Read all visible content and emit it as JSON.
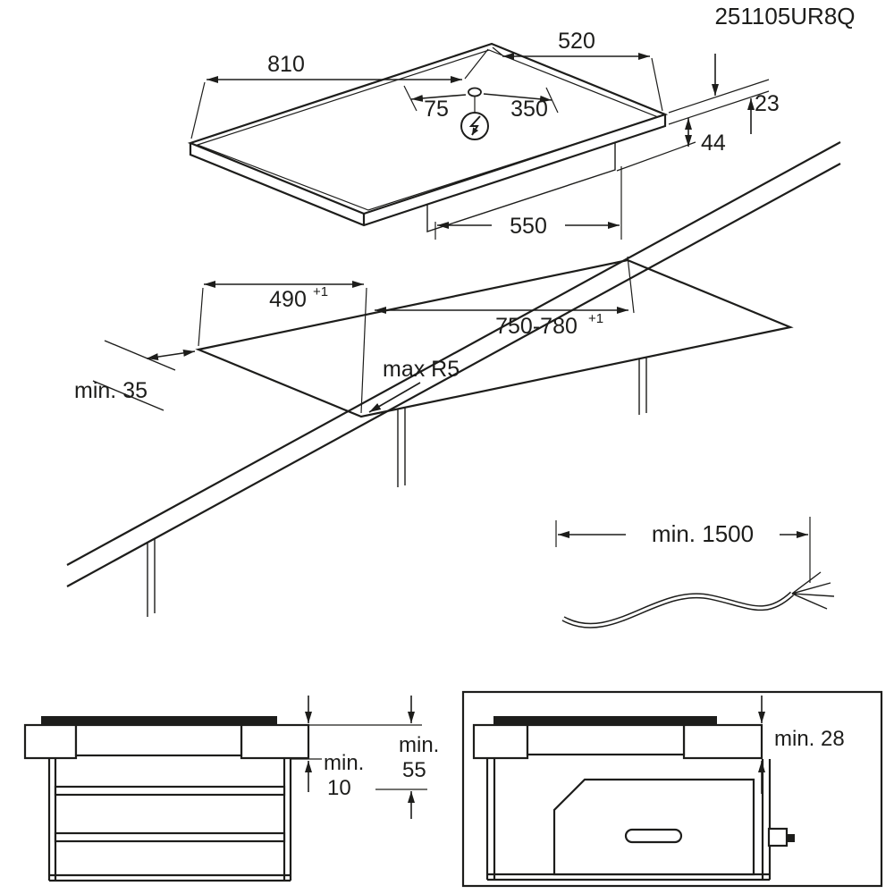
{
  "colors": {
    "line": "#1d1d1b",
    "background": "#ffffff"
  },
  "header": {
    "model_code": "251105UR8Q"
  },
  "hob_view": {
    "width": "810",
    "depth": "520",
    "inlet_offset_left": "75",
    "inlet_offset_right": "350",
    "glass_thickness": "23",
    "recess_depth": "44",
    "recess_width": "550",
    "power_symbol": "lightning-arrow-in-circle-icon"
  },
  "cutout_view": {
    "cutout_depth": "490",
    "cutout_depth_tolerance": "+1",
    "cutout_width": "750-780",
    "cutout_width_tolerance": "+1",
    "corner_radius": "max R5",
    "front_edge_clearance": "min. 35"
  },
  "cable_view": {
    "cable_length": "min. 1500"
  },
  "drawer_clearance_view": {
    "clearance_1_word": "min.",
    "clearance_1_value": "10",
    "clearance_2_word": "min.",
    "clearance_2_value": "55"
  },
  "oven_clearance_view": {
    "clearance": "min. 28"
  }
}
